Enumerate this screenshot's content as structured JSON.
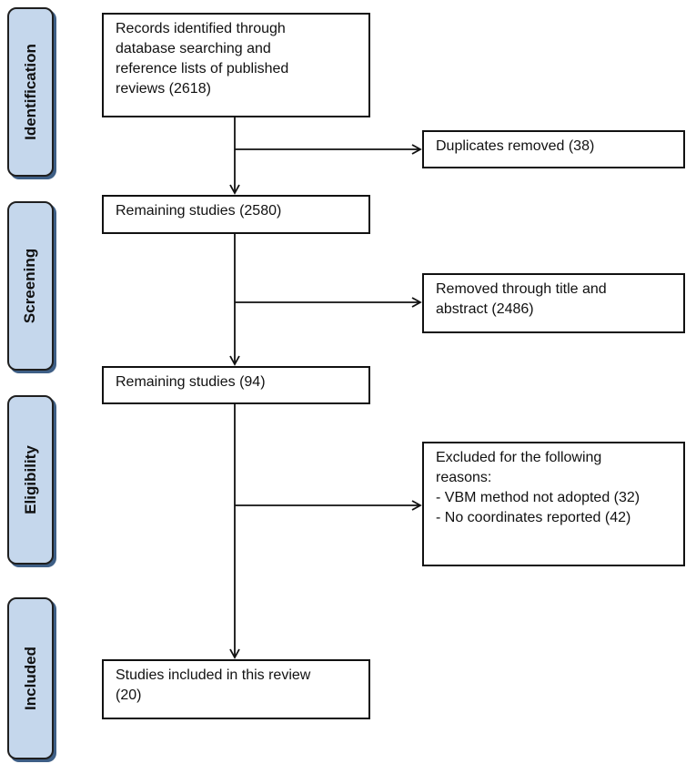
{
  "stages": {
    "identification": "Identification",
    "screening": "Screening",
    "eligibility": "Eligibility",
    "included": "Included"
  },
  "boxes": {
    "records_identified": [
      "Records identified through",
      "database searching and",
      "reference lists of published",
      "reviews (2618)"
    ],
    "duplicates_removed": [
      "Duplicates removed (38)"
    ],
    "remaining_2580": [
      "Remaining studies (2580)"
    ],
    "removed_title_abstract": [
      "Removed through title and",
      "abstract (2486)"
    ],
    "remaining_94": [
      "Remaining studies (94)"
    ],
    "excluded_reasons": [
      "Excluded for the following",
      "reasons:",
      "- VBM method not adopted (32)",
      "- No coordinates reported (42)"
    ],
    "studies_included": [
      "Studies included in this review",
      "(20)"
    ]
  },
  "colors": {
    "stage_fill": "#c5d7ec",
    "stage_shadow": "#3e5f86",
    "border": "#111111"
  }
}
